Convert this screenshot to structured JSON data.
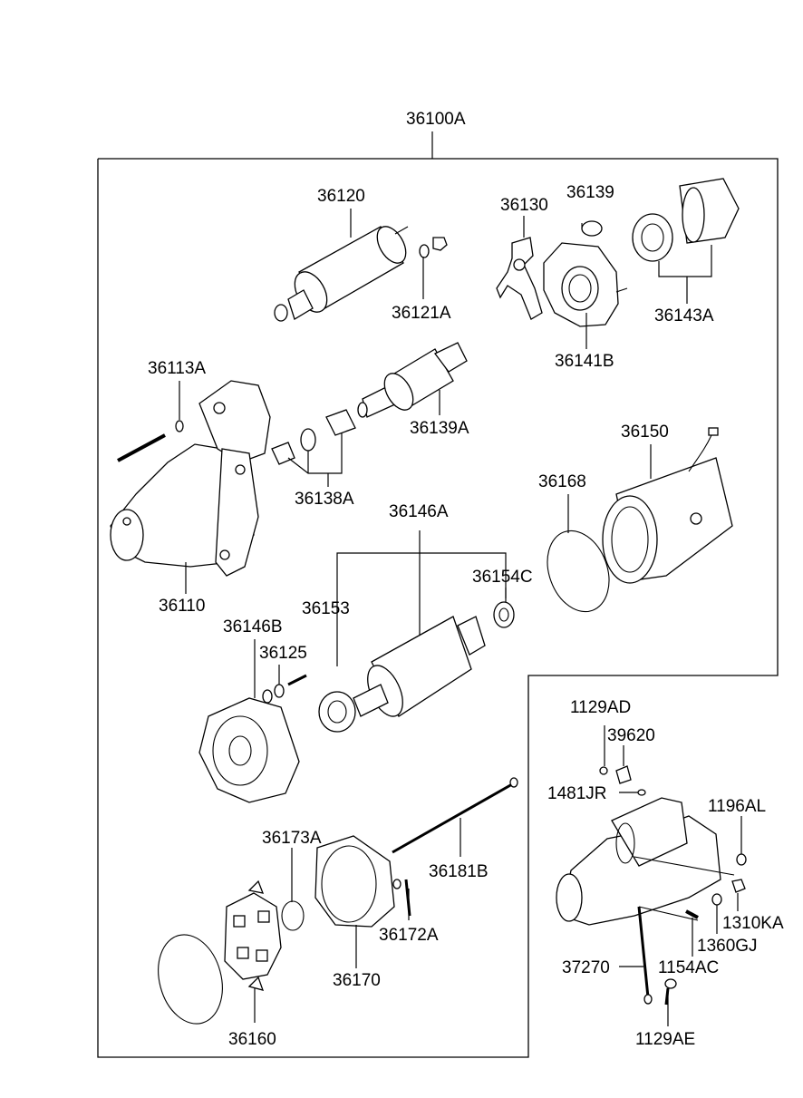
{
  "labels": {
    "assembly": "36100A",
    "solenoid": "36120",
    "solenoid_nut": "36121A",
    "lever": "36130",
    "lever_pin": "36139",
    "bracket_plate": "36141B",
    "bearing_kit": "36143A",
    "stud": "36113A",
    "clutch": "36139A",
    "stopper": "36138A",
    "yoke": "36150",
    "o_ring": "36168",
    "armature": "36146A",
    "bearing_front": "36154C",
    "bearing_rear": "36153",
    "front_housing": "36110",
    "cover": "36146B",
    "cover_screw": "36125",
    "ring": "36173A",
    "through_bolt": "36181B",
    "screw": "36172A",
    "rear_cover": "36170",
    "brush_holder": "36160",
    "nut_1129ad": "1129AD",
    "bracket_39620": "39620",
    "clip_1481jr": "1481JR",
    "bolt_1196al": "1196AL",
    "nut_1310ka": "1310KA",
    "washer_1360gj": "1360GJ",
    "bolt_1154ac": "1154AC",
    "cable_37270": "37270",
    "bolt_1129ae": "1129AE"
  }
}
